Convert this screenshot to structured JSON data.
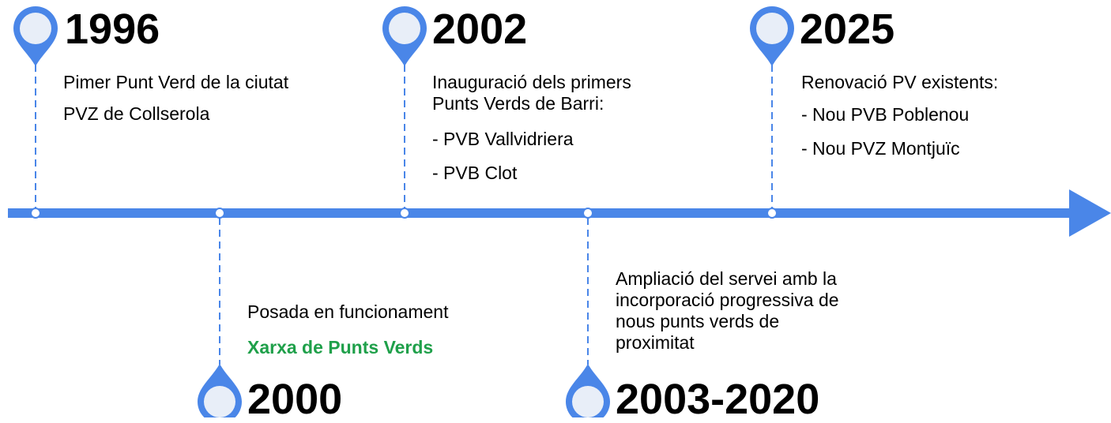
{
  "colors": {
    "axis": "#4a86e8",
    "pin_fill": "#e8eef8",
    "highlight": "#1fa04a"
  },
  "events": [
    {
      "id": "e1996",
      "year": "1996",
      "lines": [
        "Pimer Punt Verd de la ciutat",
        "PVZ de Collserola"
      ]
    },
    {
      "id": "e2000",
      "year": "2000",
      "lines": [
        "Posada en funcionament",
        "Xarxa de Punts Verds"
      ]
    },
    {
      "id": "e2002",
      "year": "2002",
      "lines": [
        "Inauguració dels primers",
        "Punts Verds de Barri:",
        "- PVB Vallvidriera",
        "- PVB Clot"
      ]
    },
    {
      "id": "e2003",
      "year": "2003-2020",
      "lines": [
        "Ampliació del servei amb la",
        "incorporació progressiva de",
        "nous punts verds de",
        "proximitat"
      ]
    },
    {
      "id": "e2025",
      "year": "2025",
      "lines": [
        "Renovació PV existents:",
        "- Nou PVB Poblenou",
        "- Nou PVZ Montjuïc"
      ]
    }
  ]
}
